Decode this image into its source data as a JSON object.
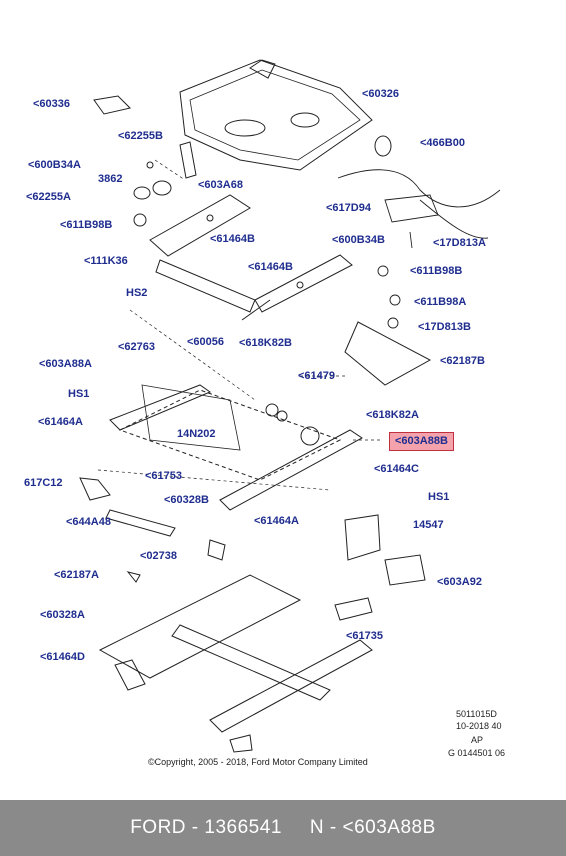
{
  "callouts": [
    {
      "id": "60336",
      "text": "<60336"
    },
    {
      "id": "60326",
      "text": "<60326"
    },
    {
      "id": "62255B",
      "text": "<62255B"
    },
    {
      "id": "466B00",
      "text": "<466B00"
    },
    {
      "id": "600B34A",
      "text": "<600B34A"
    },
    {
      "id": "3862",
      "text": "3862"
    },
    {
      "id": "603A68",
      "text": "<603A68"
    },
    {
      "id": "62255A",
      "text": "<62255A"
    },
    {
      "id": "617D94",
      "text": "<617D94"
    },
    {
      "id": "611B98B-top",
      "text": "<611B98B"
    },
    {
      "id": "61464B-a",
      "text": "<61464B"
    },
    {
      "id": "600B34B",
      "text": "<600B34B"
    },
    {
      "id": "17D813A",
      "text": "<17D813A"
    },
    {
      "id": "111K36",
      "text": "<111K36"
    },
    {
      "id": "61464B-b",
      "text": "<61464B"
    },
    {
      "id": "611B98B-right",
      "text": "<611B98B"
    },
    {
      "id": "HS2",
      "text": "HS2"
    },
    {
      "id": "611B98A",
      "text": "<611B98A"
    },
    {
      "id": "17D813B",
      "text": "<17D813B"
    },
    {
      "id": "62763",
      "text": "<62763"
    },
    {
      "id": "60056",
      "text": "<60056"
    },
    {
      "id": "618K82B",
      "text": "<618K82B"
    },
    {
      "id": "62187B",
      "text": "<62187B"
    },
    {
      "id": "603A88A",
      "text": "<603A88A"
    },
    {
      "id": "61479",
      "text": "<61479"
    },
    {
      "id": "HS1-left",
      "text": "HS1"
    },
    {
      "id": "618K82A",
      "text": "<618K82A"
    },
    {
      "id": "61464A-top",
      "text": "<61464A"
    },
    {
      "id": "14N202",
      "text": "14N202"
    },
    {
      "id": "603A88B",
      "text": "<603A88B",
      "highlight": true
    },
    {
      "id": "61464C",
      "text": "<61464C"
    },
    {
      "id": "61753",
      "text": "<61753"
    },
    {
      "id": "617C12",
      "text": "617C12"
    },
    {
      "id": "HS1-right",
      "text": "HS1"
    },
    {
      "id": "60328B",
      "text": "<60328B"
    },
    {
      "id": "61464A-bottom",
      "text": "<61464A"
    },
    {
      "id": "644A48",
      "text": "<644A48"
    },
    {
      "id": "14547",
      "text": "14547"
    },
    {
      "id": "02738",
      "text": "<02738"
    },
    {
      "id": "62187A",
      "text": "<62187A"
    },
    {
      "id": "603A92",
      "text": "<603A92"
    },
    {
      "id": "60328A",
      "text": "<60328A"
    },
    {
      "id": "61735",
      "text": "<61735"
    },
    {
      "id": "61464D",
      "text": "<61464D"
    }
  ],
  "meta": {
    "ref": "5011015D",
    "date": "10-2018 40",
    "region": "AP",
    "code": "G 0144501 06",
    "copyright": "©Copyright, 2005 - 2018, Ford Motor Company Limited"
  },
  "footer": {
    "part": "FORD - 1366541",
    "name": "N - <603A88B"
  },
  "colors": {
    "label": "#1f2d8f",
    "highlight_fill": "#f4a3ad",
    "highlight_border": "#c0303f",
    "footer_bg": "#8a8a8a"
  }
}
